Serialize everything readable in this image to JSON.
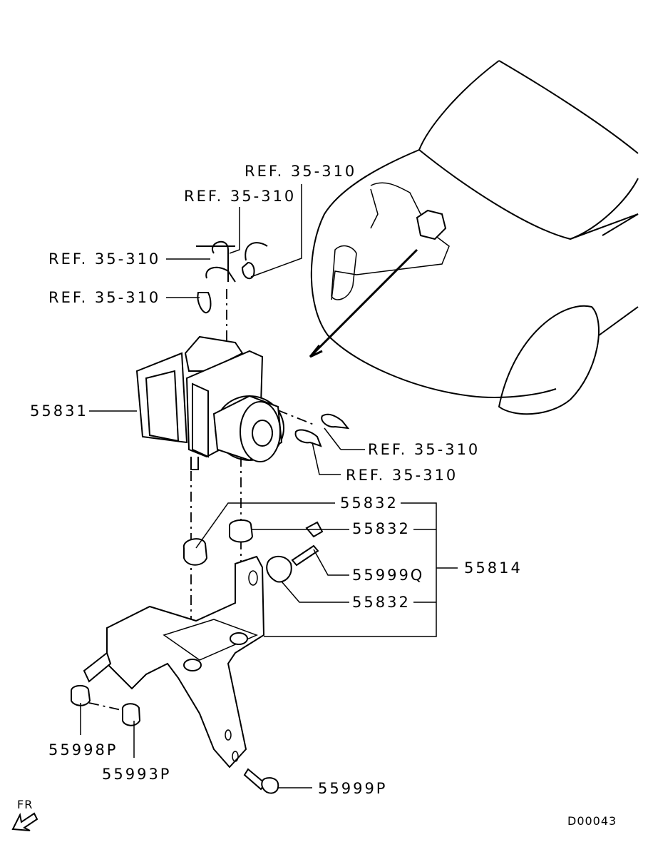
{
  "diagram": {
    "title": "ABS hydraulic unit and bracket parts diagram",
    "diagram_code": "D00043",
    "direction_label": "FR",
    "callouts": {
      "ref_top": "REF. 35-310",
      "ref_second": "REF. 35-310",
      "ref_left_upper": "REF. 35-310",
      "ref_left_lower": "REF. 35-310",
      "ref_right_upper": "REF. 35-310",
      "ref_right_lower": "REF. 35-310",
      "hydraulic_unit": "55831",
      "insulator_1": "55832",
      "insulator_2": "55832",
      "insulator_3": "55832",
      "bracket_assembly": "55814",
      "bolt_q": "55999Q",
      "nut_p": "55998P",
      "bolt_93p": "55993P",
      "bolt_99p": "55999P"
    }
  }
}
